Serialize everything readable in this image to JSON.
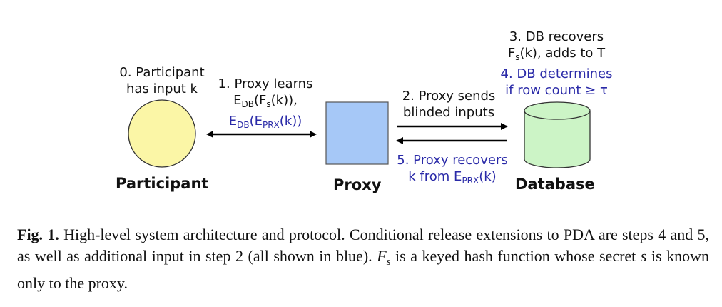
{
  "entities": {
    "participant": "Participant",
    "proxy": "Proxy",
    "database": "Database"
  },
  "steps": {
    "s0": {
      "line1": "0. Participant",
      "line2": "has input k"
    },
    "s1": {
      "line1": "1. Proxy learns",
      "l2_a": "E",
      "l2_sub": "DB",
      "l2_b": "(F",
      "l2_sub2": "s",
      "l2_c": "(k)),",
      "l3_a": "E",
      "l3_sub": "DB",
      "l3_b": "(E",
      "l3_sub2": "PRX",
      "l3_c": "(k))"
    },
    "s2": {
      "line1": "2. Proxy sends",
      "line2": "blinded inputs"
    },
    "s3": {
      "line1": "3. DB recovers",
      "l2_a": "F",
      "l2_sub": "s",
      "l2_b": "(k), adds to T"
    },
    "s4": {
      "line1": "4. DB determines",
      "line2": "if row count ≥ τ"
    },
    "s5": {
      "line1": "5. Proxy recovers",
      "l2_a": "k from E",
      "l2_sub": "PRX",
      "l2_b": "(k)"
    }
  },
  "caption": {
    "fig": "Fig. 1.",
    "t1": " High-level system architecture and protocol. Conditional release extensions to PDA are steps 4 and 5, as well as additional input in step 2 (all shown in blue). ",
    "fs_main": "F",
    "fs_sub": "s",
    "t2": " is a keyed hash function whose secret ",
    "s_var": "s",
    "t3": " is known only to the proxy."
  },
  "colors": {
    "participant_fill": "#fbf6a6",
    "proxy_fill": "#a6c8f7",
    "database_fill": "#ccf4c6",
    "blue_text": "#2a2aa8"
  }
}
